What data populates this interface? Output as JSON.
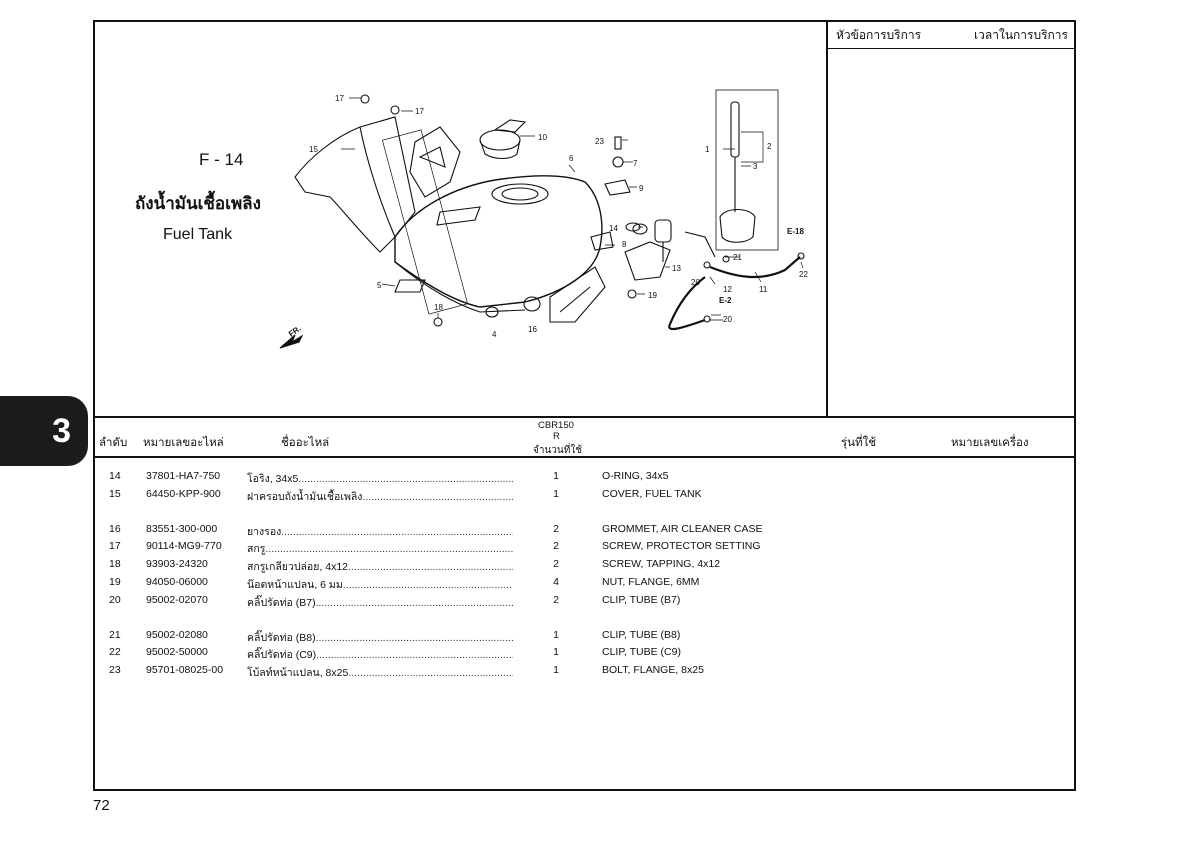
{
  "section_tab": "3",
  "page_number": "72",
  "figure": {
    "code": "F - 14",
    "title_th": "ถังน้ำมันเชื้อเพลิง",
    "title_en": "Fuel Tank",
    "callouts": [
      "1",
      "2",
      "3",
      "4",
      "5",
      "6",
      "7",
      "8",
      "9",
      "10",
      "11",
      "12",
      "13",
      "14",
      "15",
      "16",
      "17",
      "17",
      "18",
      "19",
      "20",
      "20",
      "21",
      "22",
      "23"
    ],
    "refs": [
      "E-18",
      "E-2"
    ],
    "direction": "FR."
  },
  "service_panel": {
    "topic_label": "หัวข้อการบริการ",
    "time_label": "เวลาในการบริการ"
  },
  "table_header": {
    "ref_no": "ลำดับ",
    "part_no": "หมายเลขอะไหล่",
    "part_name": "ชื่ออะไหล่",
    "model_line1": "CBR150",
    "model_line2": "R",
    "qty": "จำนวนที่ใช้",
    "usage": "รุ่นที่ใช้",
    "engine_no": "หมายเลขเครื่อง"
  },
  "parts": [
    {
      "ref": "14",
      "part_no": "37801-HA7-750",
      "name_th": "โอริง, 34x5",
      "qty": "1",
      "name_en": "O-RING, 34x5"
    },
    {
      "ref": "15",
      "part_no": "64450-KPP-900",
      "name_th": "ฝาครอบถังน้ำมันเชื้อเพลิง",
      "qty": "1",
      "name_en": "COVER, FUEL TANK"
    },
    {
      "ref": "16",
      "part_no": "83551-300-000",
      "name_th": "ยางรอง",
      "qty": "2",
      "name_en": "GROMMET, AIR CLEANER CASE"
    },
    {
      "ref": "17",
      "part_no": "90114-MG9-770",
      "name_th": "สกรู",
      "qty": "2",
      "name_en": "SCREW, PROTECTOR SETTING"
    },
    {
      "ref": "18",
      "part_no": "93903-24320",
      "name_th": "สกรูเกลียวปล่อย, 4x12",
      "qty": "2",
      "name_en": "SCREW, TAPPING, 4x12"
    },
    {
      "ref": "19",
      "part_no": "94050-06000",
      "name_th": "น๊อตหน้าแปลน, 6 มม",
      "qty": "4",
      "name_en": "NUT, FLANGE, 6MM"
    },
    {
      "ref": "20",
      "part_no": "95002-02070",
      "name_th": "คลิ๊ปรัดท่อ (B7)",
      "qty": "2",
      "name_en": "CLIP, TUBE (B7)"
    },
    {
      "ref": "21",
      "part_no": "95002-02080",
      "name_th": "คลิ๊ปรัดท่อ (B8)",
      "qty": "1",
      "name_en": "CLIP, TUBE (B8)"
    },
    {
      "ref": "22",
      "part_no": "95002-50000",
      "name_th": "คลิ๊ปรัดท่อ (C9)",
      "qty": "1",
      "name_en": "CLIP, TUBE (C9)"
    },
    {
      "ref": "23",
      "part_no": "95701-08025-00",
      "name_th": "โบ้ลท์หน้าแปลน, 8x25",
      "qty": "1",
      "name_en": "BOLT, FLANGE, 8x25"
    }
  ]
}
